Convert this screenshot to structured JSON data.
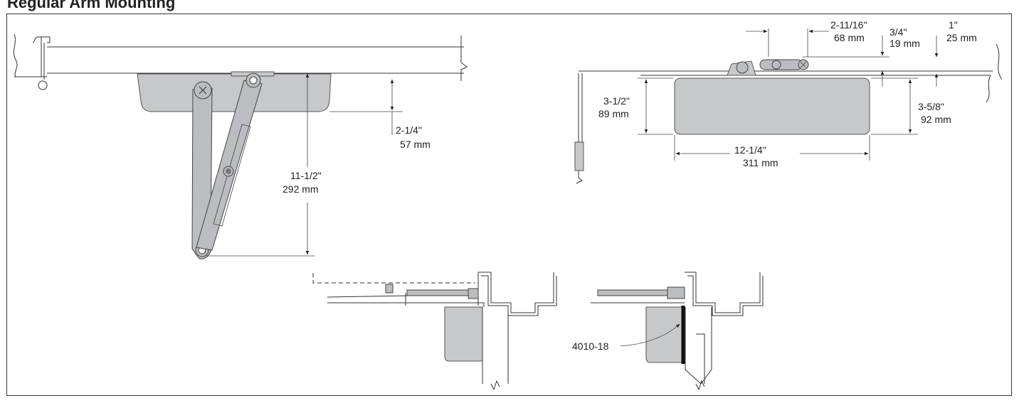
{
  "title": "Regular Arm Mounting",
  "overhead_view": {
    "dim_depth": {
      "imperial": "2-1/4\"",
      "metric": "57 mm"
    },
    "dim_arm_length": {
      "imperial": "11-1/2\"",
      "metric": "292 mm"
    }
  },
  "elevation_view": {
    "dim_shoe_offset": {
      "imperial": "2-11/16\"",
      "metric": "68 mm"
    },
    "dim_shoe_thickness": {
      "imperial": "3/4\"",
      "metric": "19 mm"
    },
    "dim_top_offset": {
      "imperial": "1\"",
      "metric": "25 mm"
    },
    "dim_height_left": {
      "imperial": "3-1/2\"",
      "metric": "89 mm"
    },
    "dim_height_right": {
      "imperial": "3-5/8\"",
      "metric": "92 mm"
    },
    "dim_length": {
      "imperial": "12-1/4\"",
      "metric": "311 mm"
    }
  },
  "bracket_view": {
    "part_label": "4010-18"
  },
  "colors": {
    "closer_body": "#c7c8ca",
    "line": "#333333"
  }
}
